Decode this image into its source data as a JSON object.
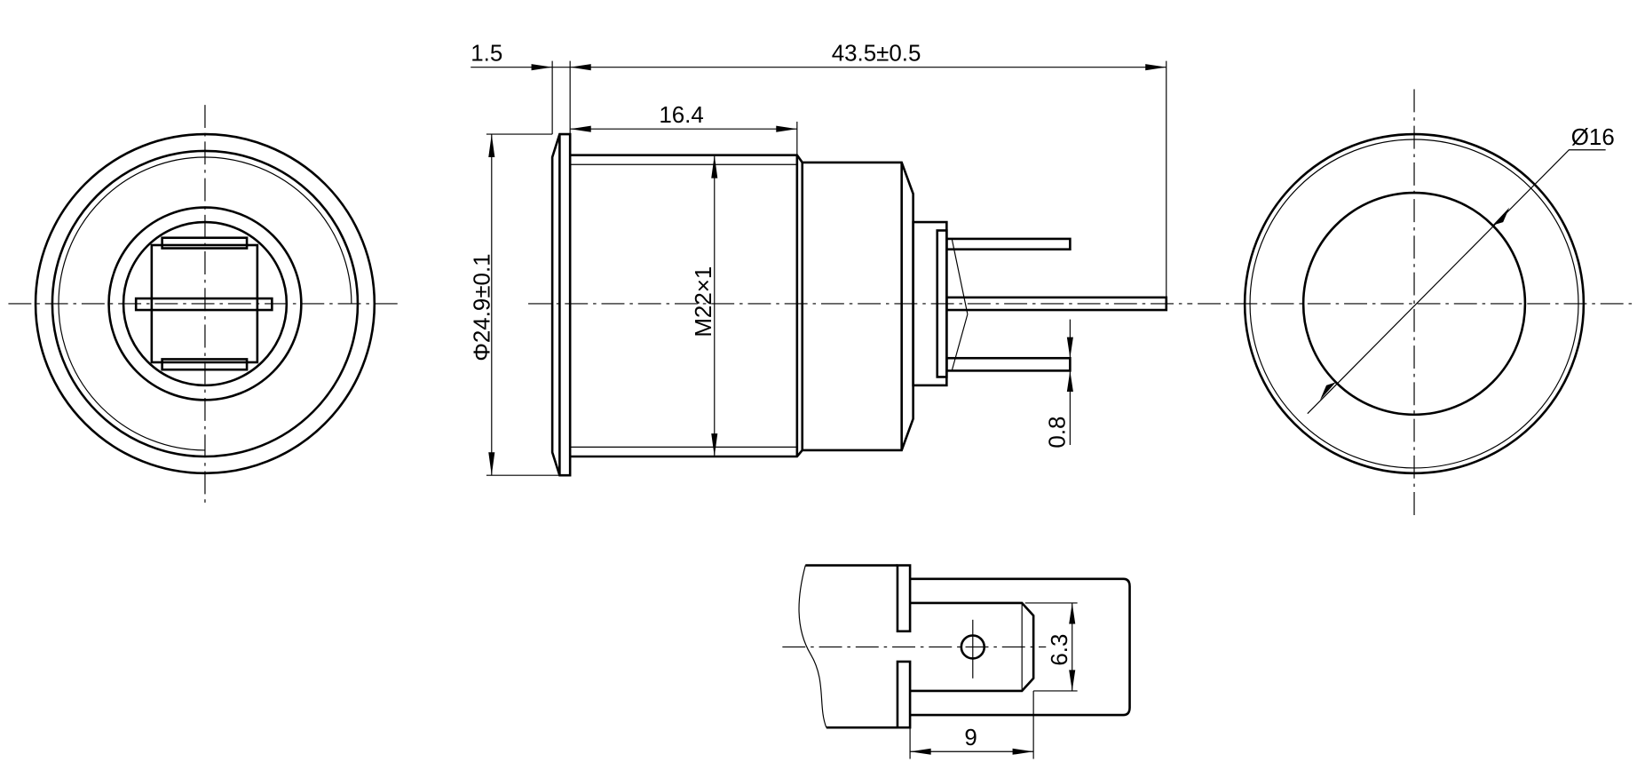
{
  "dimensions": {
    "flange_thickness": "1.5",
    "overall_length": "43.5±0.5",
    "thread_length": "16.4",
    "flange_diameter": "Φ24.9±0.1",
    "thread": "M22×1",
    "pin_thickness": "0.8",
    "lens_diameter": "Ø16",
    "terminal_width": "6.3",
    "terminal_length": "9"
  }
}
